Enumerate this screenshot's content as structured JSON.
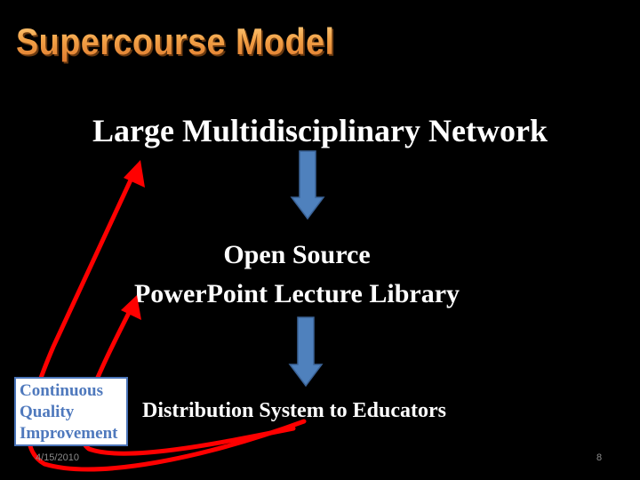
{
  "slide": {
    "title": "Supercourse Model",
    "level1": "Large Multidisciplinary Network",
    "level2_line1": "Open Source",
    "level2_line2": "PowerPoint Lecture Library",
    "level3": "Distribution System to Educators",
    "feedback_box": [
      "Continuous",
      "Quality",
      "Improvement"
    ],
    "footer_date": "4/15/2010",
    "page_number": "8"
  },
  "colors": {
    "background": "#000000",
    "title_orange": "#f3a247",
    "down_arrow_blue": "#4f81bd",
    "feedback_arrow_red": "#ff0000",
    "box_text_blue": "#4f79bd"
  }
}
